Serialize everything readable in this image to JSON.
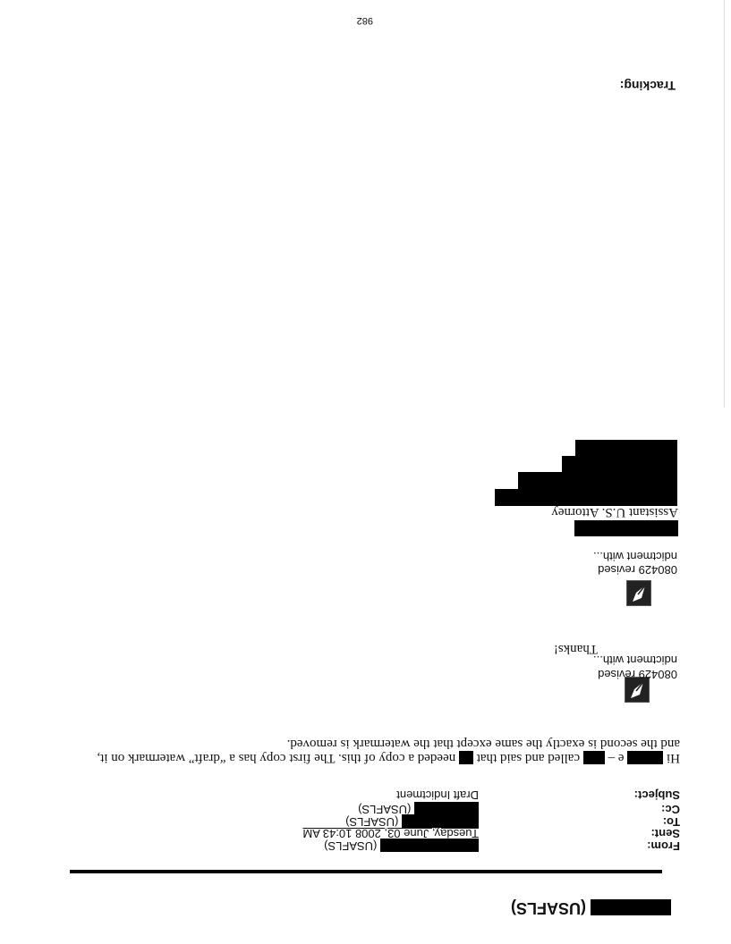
{
  "header": {
    "sender_suffix": "(USAFLS)"
  },
  "fields": {
    "from_label": "From:",
    "from_value": "(USAFLS)",
    "sent_label": "Sent:",
    "sent_value": "Tuesday, June 03, 2008 10:43 AM",
    "to_label": "To:",
    "to_value": "(USAFLS)",
    "cc_label": "Cc:",
    "cc_value": "(USAFLS)",
    "subject_label": "Subject:",
    "subject_value": "Draft Indictment"
  },
  "body": {
    "greeting": "Hi",
    "greeting_mid": "e –",
    "line1_a": "called and said that",
    "line1_b": "needed a copy of this.  The first copy has a “draft” watermark on it,",
    "line2": "and the second is exactly the same except that the watermark is removed.",
    "thanks": "Thanks!"
  },
  "attachments": [
    {
      "icon": "document-pen-icon",
      "line1": "080429 revised",
      "line2": "ndictment with..."
    },
    {
      "icon": "document-pen-icon",
      "line1": "080429 revised",
      "line2": "ndictment with..."
    }
  ],
  "signature": {
    "title": "Assistant U.S. Attorney"
  },
  "footer": {
    "tracking_label": "Tracking:",
    "page_number": "982"
  }
}
